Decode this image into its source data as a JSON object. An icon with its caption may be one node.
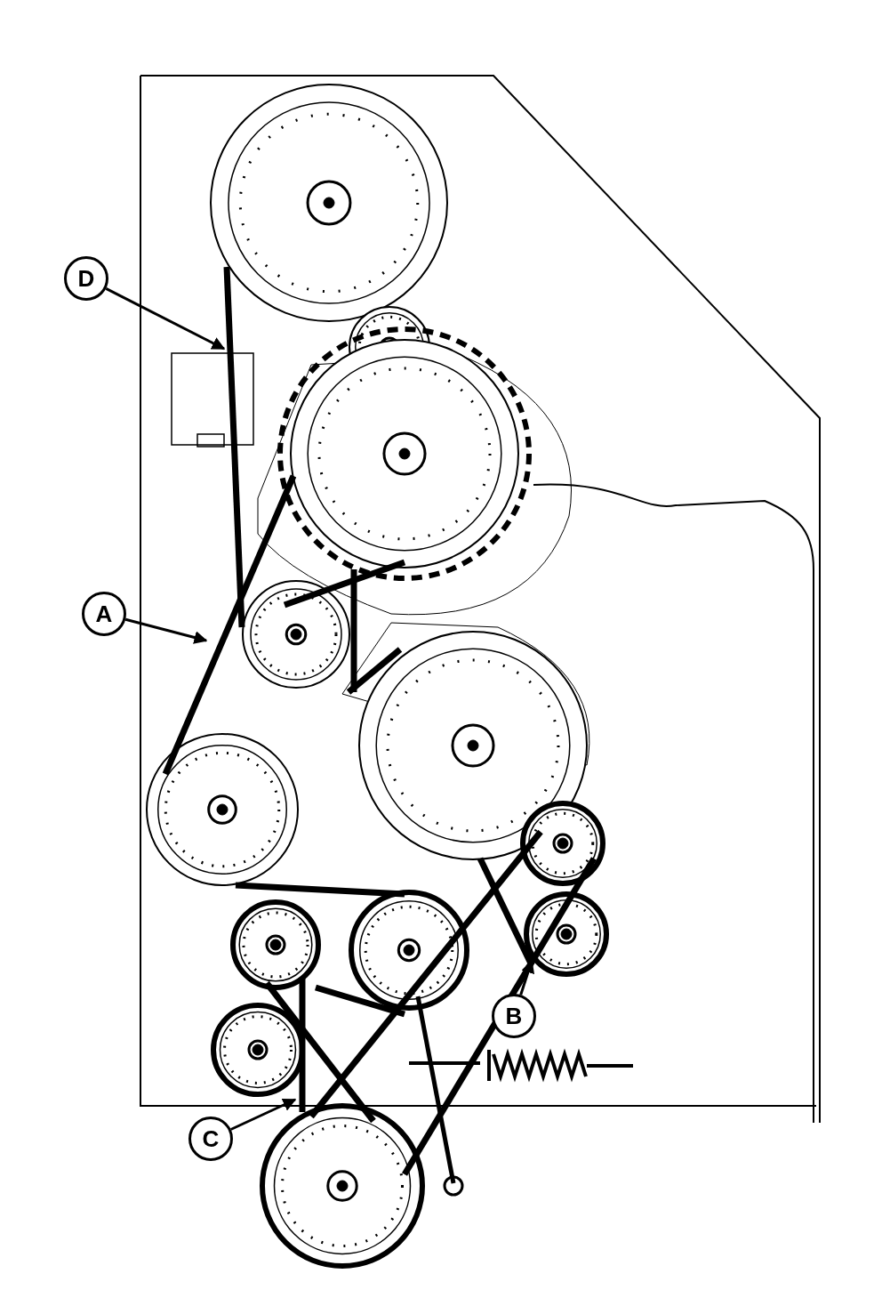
{
  "diagram": {
    "nodes": [
      {
        "text": [
          "D"
        ]
      },
      {
        "text": [
          "A"
        ]
      },
      {
        "text": [
          "B"
        ]
      },
      {
        "text": [
          "C"
        ]
      }
    ],
    "edges": [
      {
        "from": 0,
        "to": null,
        "arrow": "to"
      },
      {
        "from": 1,
        "to": null,
        "arrow": "to"
      },
      {
        "from": 2,
        "to": null,
        "arrow": "to"
      },
      {
        "from": 3,
        "to": null,
        "arrow": "to"
      }
    ]
  }
}
